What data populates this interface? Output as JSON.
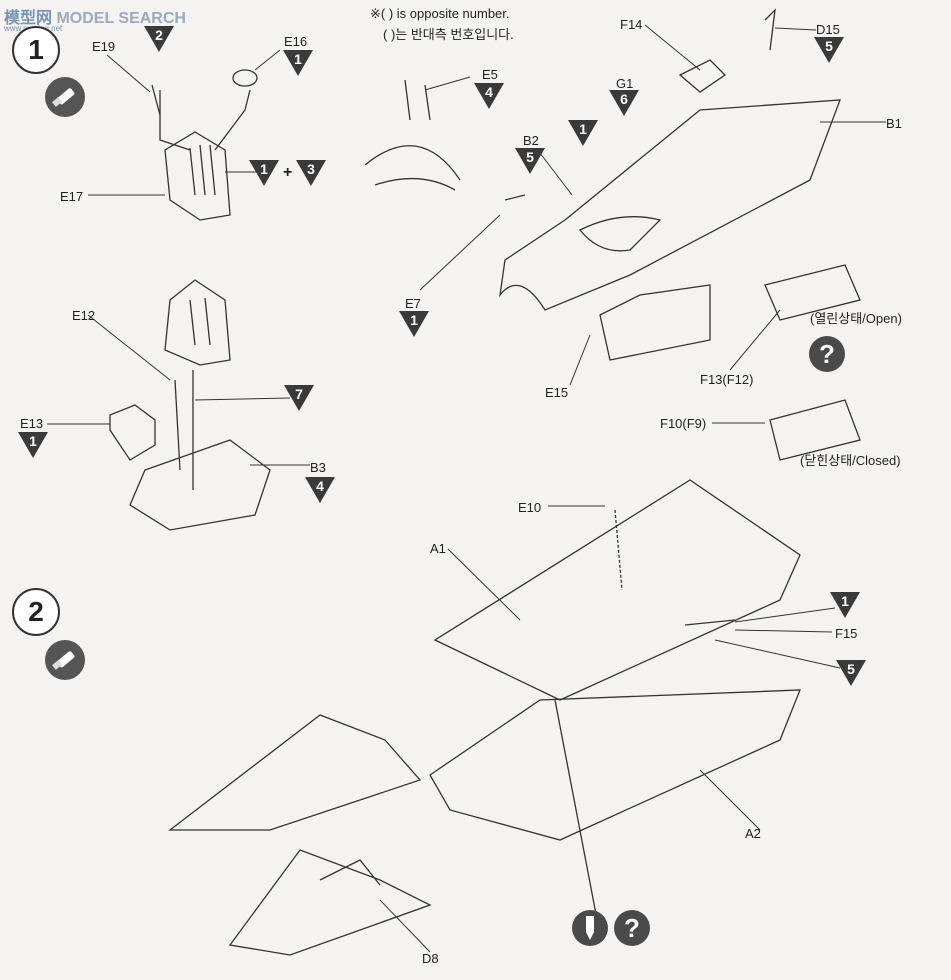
{
  "watermark": {
    "text": "MODEL SEARCH",
    "brand": "模型网",
    "url": "www.moxing.net"
  },
  "notes": {
    "line1": "※(   ) is opposite number.",
    "line2": "(   )는 반대측 번호입니다."
  },
  "steps": [
    {
      "number": "1"
    },
    {
      "number": "2"
    }
  ],
  "parts": {
    "E19": "E19",
    "E16": "E16",
    "E17": "E17",
    "E5": "E5",
    "B2": "B2",
    "G1": "G1",
    "F14": "F14",
    "D15": "D15",
    "B1": "B1",
    "E7": "E7",
    "E15": "E15",
    "F13": "F13(F12)",
    "F10": "F10(F9)",
    "E12": "E12",
    "E13": "E13",
    "B3": "B3",
    "E10": "E10",
    "A1": "A1",
    "F15": "F15",
    "A2": "A2",
    "D8": "D8"
  },
  "callouts": {
    "c_e19": "2",
    "c_e16": "1",
    "c_seat_a": "1",
    "c_seat_plus": "+",
    "c_seat_b": "3",
    "c_e5": "4",
    "c_b2": "5",
    "c_canopy": "1",
    "c_g1": "6",
    "c_d15": "5",
    "c_e7": "1",
    "c_e13": "1",
    "c_e12": "7",
    "c_b3": "4",
    "c_f15a": "1",
    "c_f15b": "5"
  },
  "states": {
    "open": "(열린상태/Open)",
    "closed": "(닫힌상태/Closed)"
  },
  "colors": {
    "ink": "#222222",
    "triangle": "#3a3a3a",
    "icon": "#555555",
    "paper": "#f4f3f1"
  },
  "icons": {
    "paint": "paint-brush-icon",
    "question": "question-icon",
    "glue": "glue-tube-icon"
  }
}
